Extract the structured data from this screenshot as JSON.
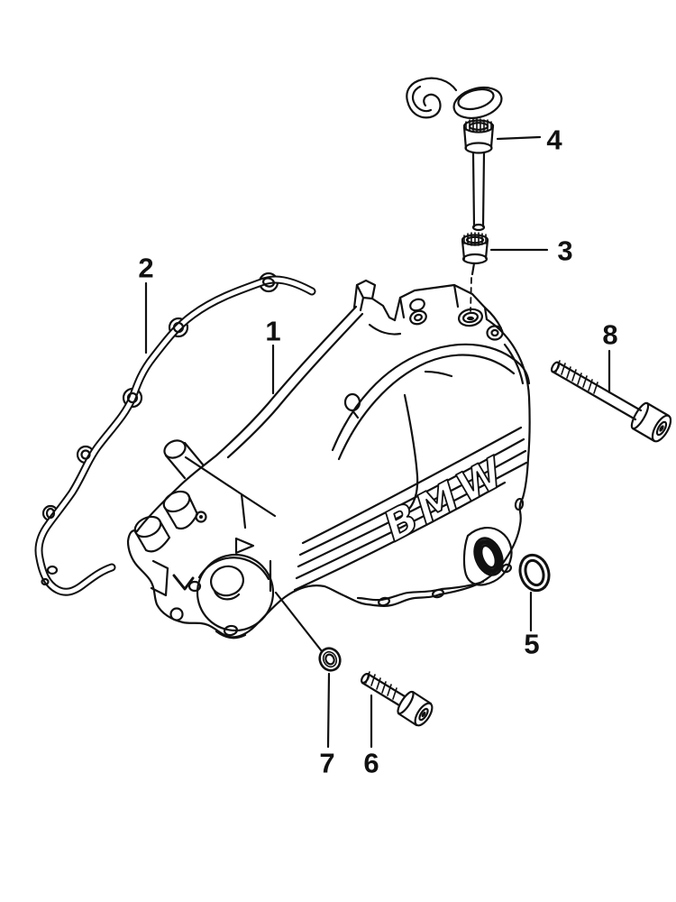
{
  "page": {
    "background": "#ffffff",
    "line_color": "#111111"
  },
  "drawing": {
    "type": "exploded-parts-diagram",
    "subject": "engine-clutch-cover",
    "brand_text": "BMW",
    "callouts": [
      {
        "label": "1"
      },
      {
        "label": "2"
      },
      {
        "label": "3"
      },
      {
        "label": "4"
      },
      {
        "label": "5"
      },
      {
        "label": "6"
      },
      {
        "label": "7"
      },
      {
        "label": "8"
      }
    ]
  }
}
